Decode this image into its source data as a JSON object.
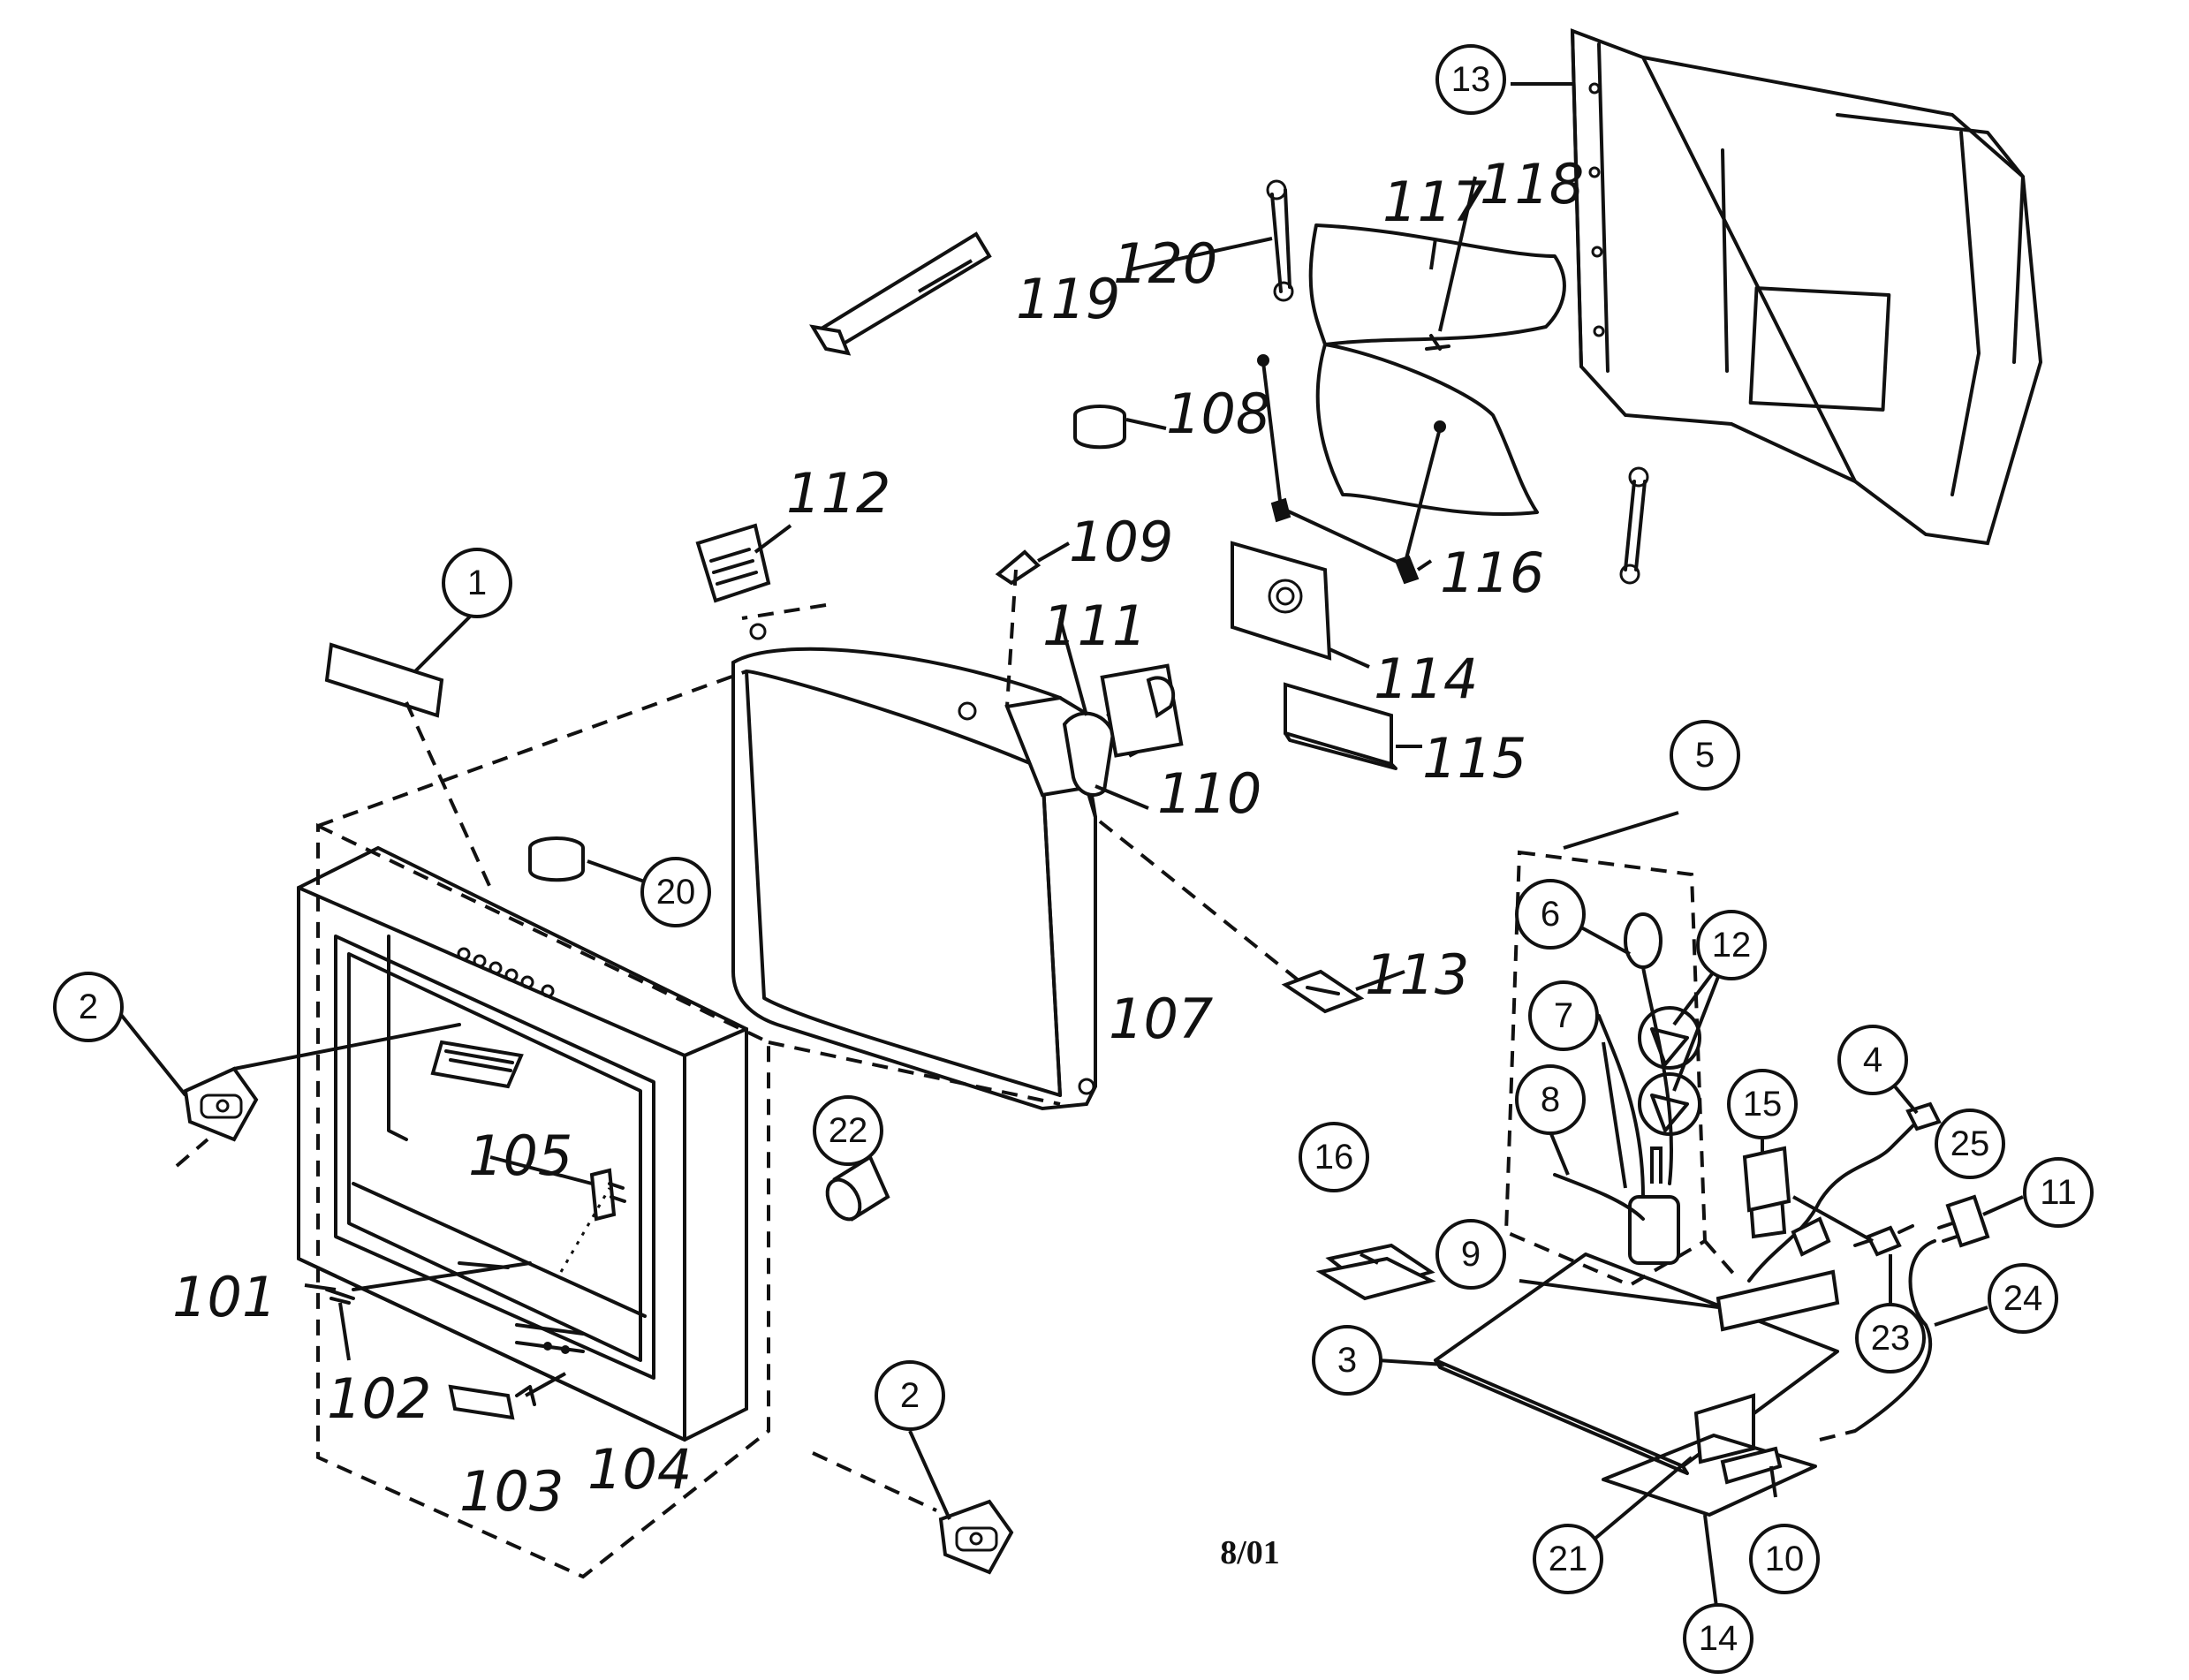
{
  "callouts_circled": [
    {
      "id": "c1",
      "label": "1"
    },
    {
      "id": "c2a",
      "label": "2"
    },
    {
      "id": "c2b",
      "label": "2"
    },
    {
      "id": "c3",
      "label": "3"
    },
    {
      "id": "c4",
      "label": "4"
    },
    {
      "id": "c5",
      "label": "5"
    },
    {
      "id": "c6",
      "label": "6"
    },
    {
      "id": "c7",
      "label": "7"
    },
    {
      "id": "c8",
      "label": "8"
    },
    {
      "id": "c9",
      "label": "9"
    },
    {
      "id": "c10",
      "label": "10"
    },
    {
      "id": "c11",
      "label": "11"
    },
    {
      "id": "c12",
      "label": "12"
    },
    {
      "id": "c13",
      "label": "13"
    },
    {
      "id": "c14",
      "label": "14"
    },
    {
      "id": "c15",
      "label": "15"
    },
    {
      "id": "c16",
      "label": "16"
    },
    {
      "id": "c20",
      "label": "20"
    },
    {
      "id": "c21",
      "label": "21"
    },
    {
      "id": "c22",
      "label": "22"
    },
    {
      "id": "c23",
      "label": "23"
    },
    {
      "id": "c24",
      "label": "24"
    },
    {
      "id": "c25",
      "label": "25"
    }
  ],
  "callouts_handwritten": [
    {
      "id": "h101",
      "label": "101"
    },
    {
      "id": "h102",
      "label": "102"
    },
    {
      "id": "h103",
      "label": "103"
    },
    {
      "id": "h104",
      "label": "104"
    },
    {
      "id": "h105",
      "label": "105"
    },
    {
      "id": "h107",
      "label": "107"
    },
    {
      "id": "h108",
      "label": "108"
    },
    {
      "id": "h109",
      "label": "109"
    },
    {
      "id": "h110",
      "label": "110"
    },
    {
      "id": "h111",
      "label": "111"
    },
    {
      "id": "h112",
      "label": "112"
    },
    {
      "id": "h113",
      "label": "113"
    },
    {
      "id": "h114",
      "label": "114"
    },
    {
      "id": "h115",
      "label": "115"
    },
    {
      "id": "h116",
      "label": "116"
    },
    {
      "id": "h117",
      "label": "117"
    },
    {
      "id": "h118",
      "label": "118"
    },
    {
      "id": "h119",
      "label": "119"
    },
    {
      "id": "h120",
      "label": "120"
    }
  ],
  "date_stamp": "8/01"
}
